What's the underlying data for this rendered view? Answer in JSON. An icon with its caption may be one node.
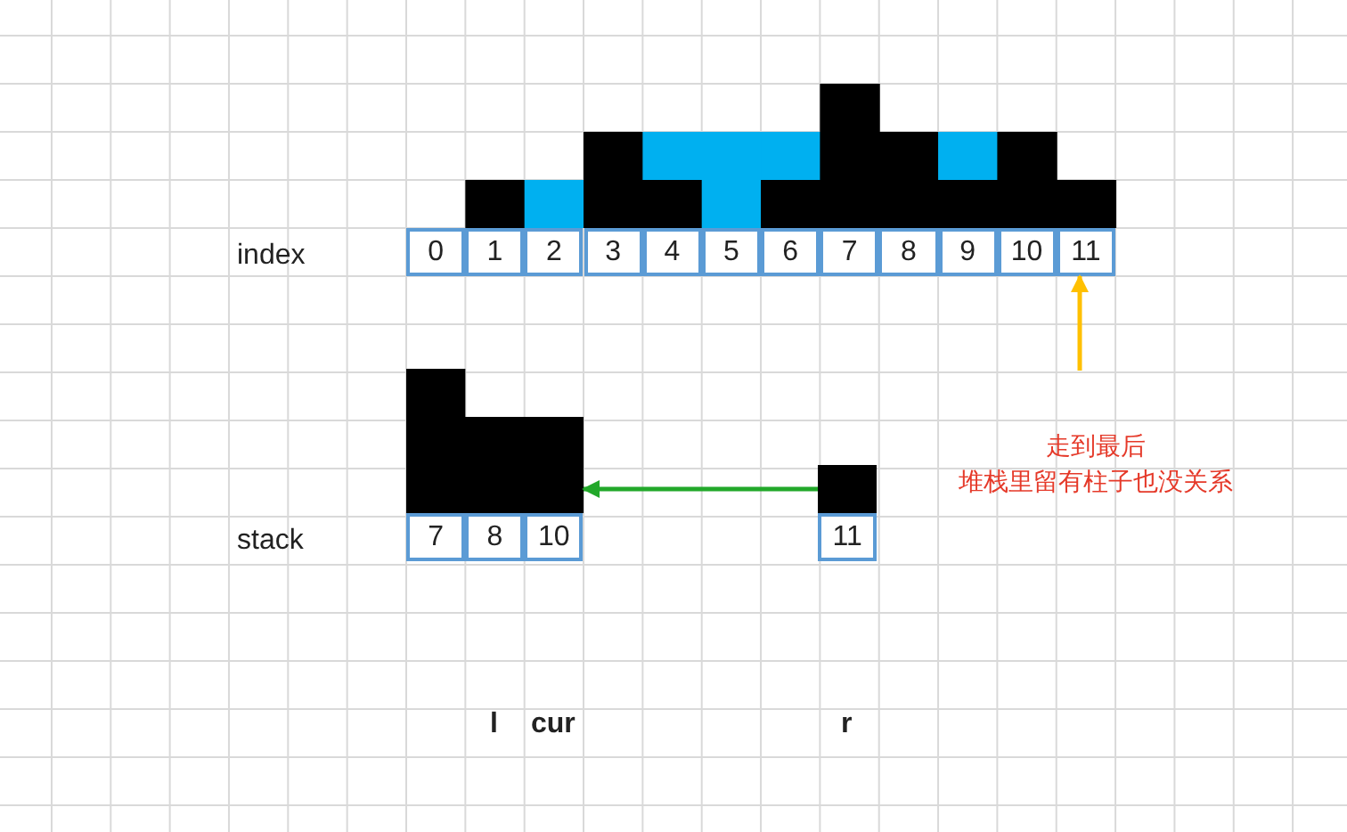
{
  "diagram": {
    "nodes": [
      {
        "text": [
          "0"
        ]
      },
      {
        "text": [
          "1"
        ]
      },
      {
        "text": [
          "2"
        ]
      },
      {
        "text": [
          "3"
        ]
      },
      {
        "text": [
          "4"
        ]
      },
      {
        "text": [
          "5"
        ]
      },
      {
        "text": [
          "6"
        ]
      },
      {
        "text": [
          "7"
        ]
      },
      {
        "text": [
          "8"
        ]
      },
      {
        "text": [
          "9"
        ]
      },
      {
        "text": [
          "10"
        ]
      },
      {
        "text": [
          "11"
        ]
      },
      {
        "text": [
          "7"
        ]
      },
      {
        "text": [
          "8"
        ]
      },
      {
        "text": [
          "10"
        ]
      },
      {
        "text": [
          "11"
        ]
      },
      {
        "text": [],
        "shape": "bar"
      },
      {
        "text": [],
        "shape": "bar"
      }
    ],
    "edges": [
      {
        "from": null,
        "to": 11,
        "arrow": "to",
        "color": "#ffc000"
      },
      {
        "from": 17,
        "to": 16,
        "arrow": "to",
        "color": "#22a82a"
      }
    ],
    "labels": [
      "index",
      "走到最后",
      "堆栈里留有柱子也没关系",
      "stack",
      "l",
      "cur",
      "r"
    ]
  }
}
